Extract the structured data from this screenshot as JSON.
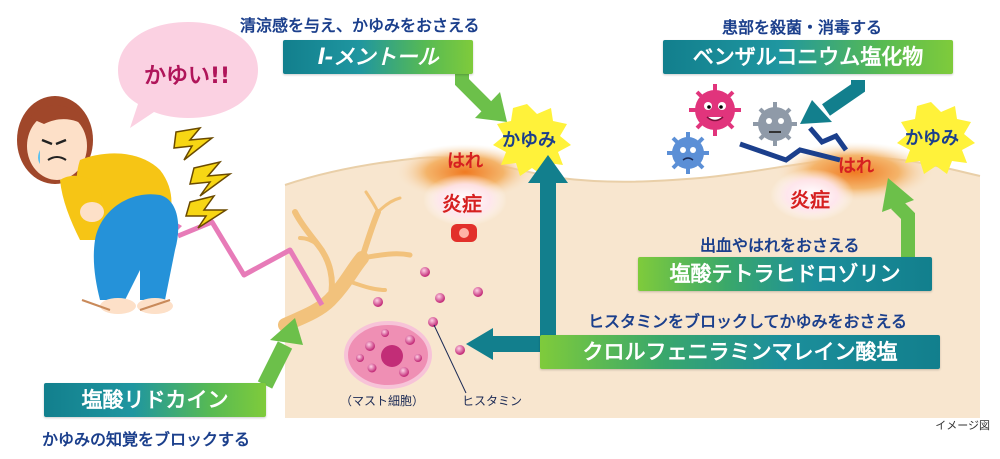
{
  "labels": {
    "itchy_shout": "かゆい!!",
    "menthol_caption": "清涼感を与え、かゆみをおさえる",
    "menthol_name": "l-メントール",
    "benz_caption": "患部を殺菌・消毒する",
    "benz_name": "ベンザルコニウム塩化物",
    "itch_1": "かゆみ",
    "itch_2": "かゆみ",
    "redness_1": "はれ",
    "redness_2": "はれ",
    "inflammation_1": "炎症",
    "inflammation_2": "炎症",
    "tetra_caption": "出血やはれをおさえる",
    "tetra_name": "塩酸テトラヒドロゾリン",
    "chlor_caption": "ヒスタミンをブロックしてかゆみをおさえる",
    "chlor_name": "クロルフェニラミンマレイン酸塩",
    "mast_cell": "（マスト細胞）",
    "histamine": "ヒスタミン",
    "lido_name": "塩酸リドカイン",
    "lido_caption": "かゆみの知覚をブロックする",
    "image_note": "イメージ図"
  },
  "colors": {
    "banner_teal": "#127f8d",
    "banner_green": "#7fcb3b",
    "arrow_blue": "#127f8d",
    "arrow_green": "#6cc04a",
    "arrow_pink": "#e77bb8",
    "caption_blue": "#1b3f8c",
    "starburst": "#fff23a",
    "inflammation_red": "#e2302a",
    "skin": "#f8e6cf",
    "nerve": "#f2c27c",
    "mast_cell": "#ef8fb4"
  }
}
